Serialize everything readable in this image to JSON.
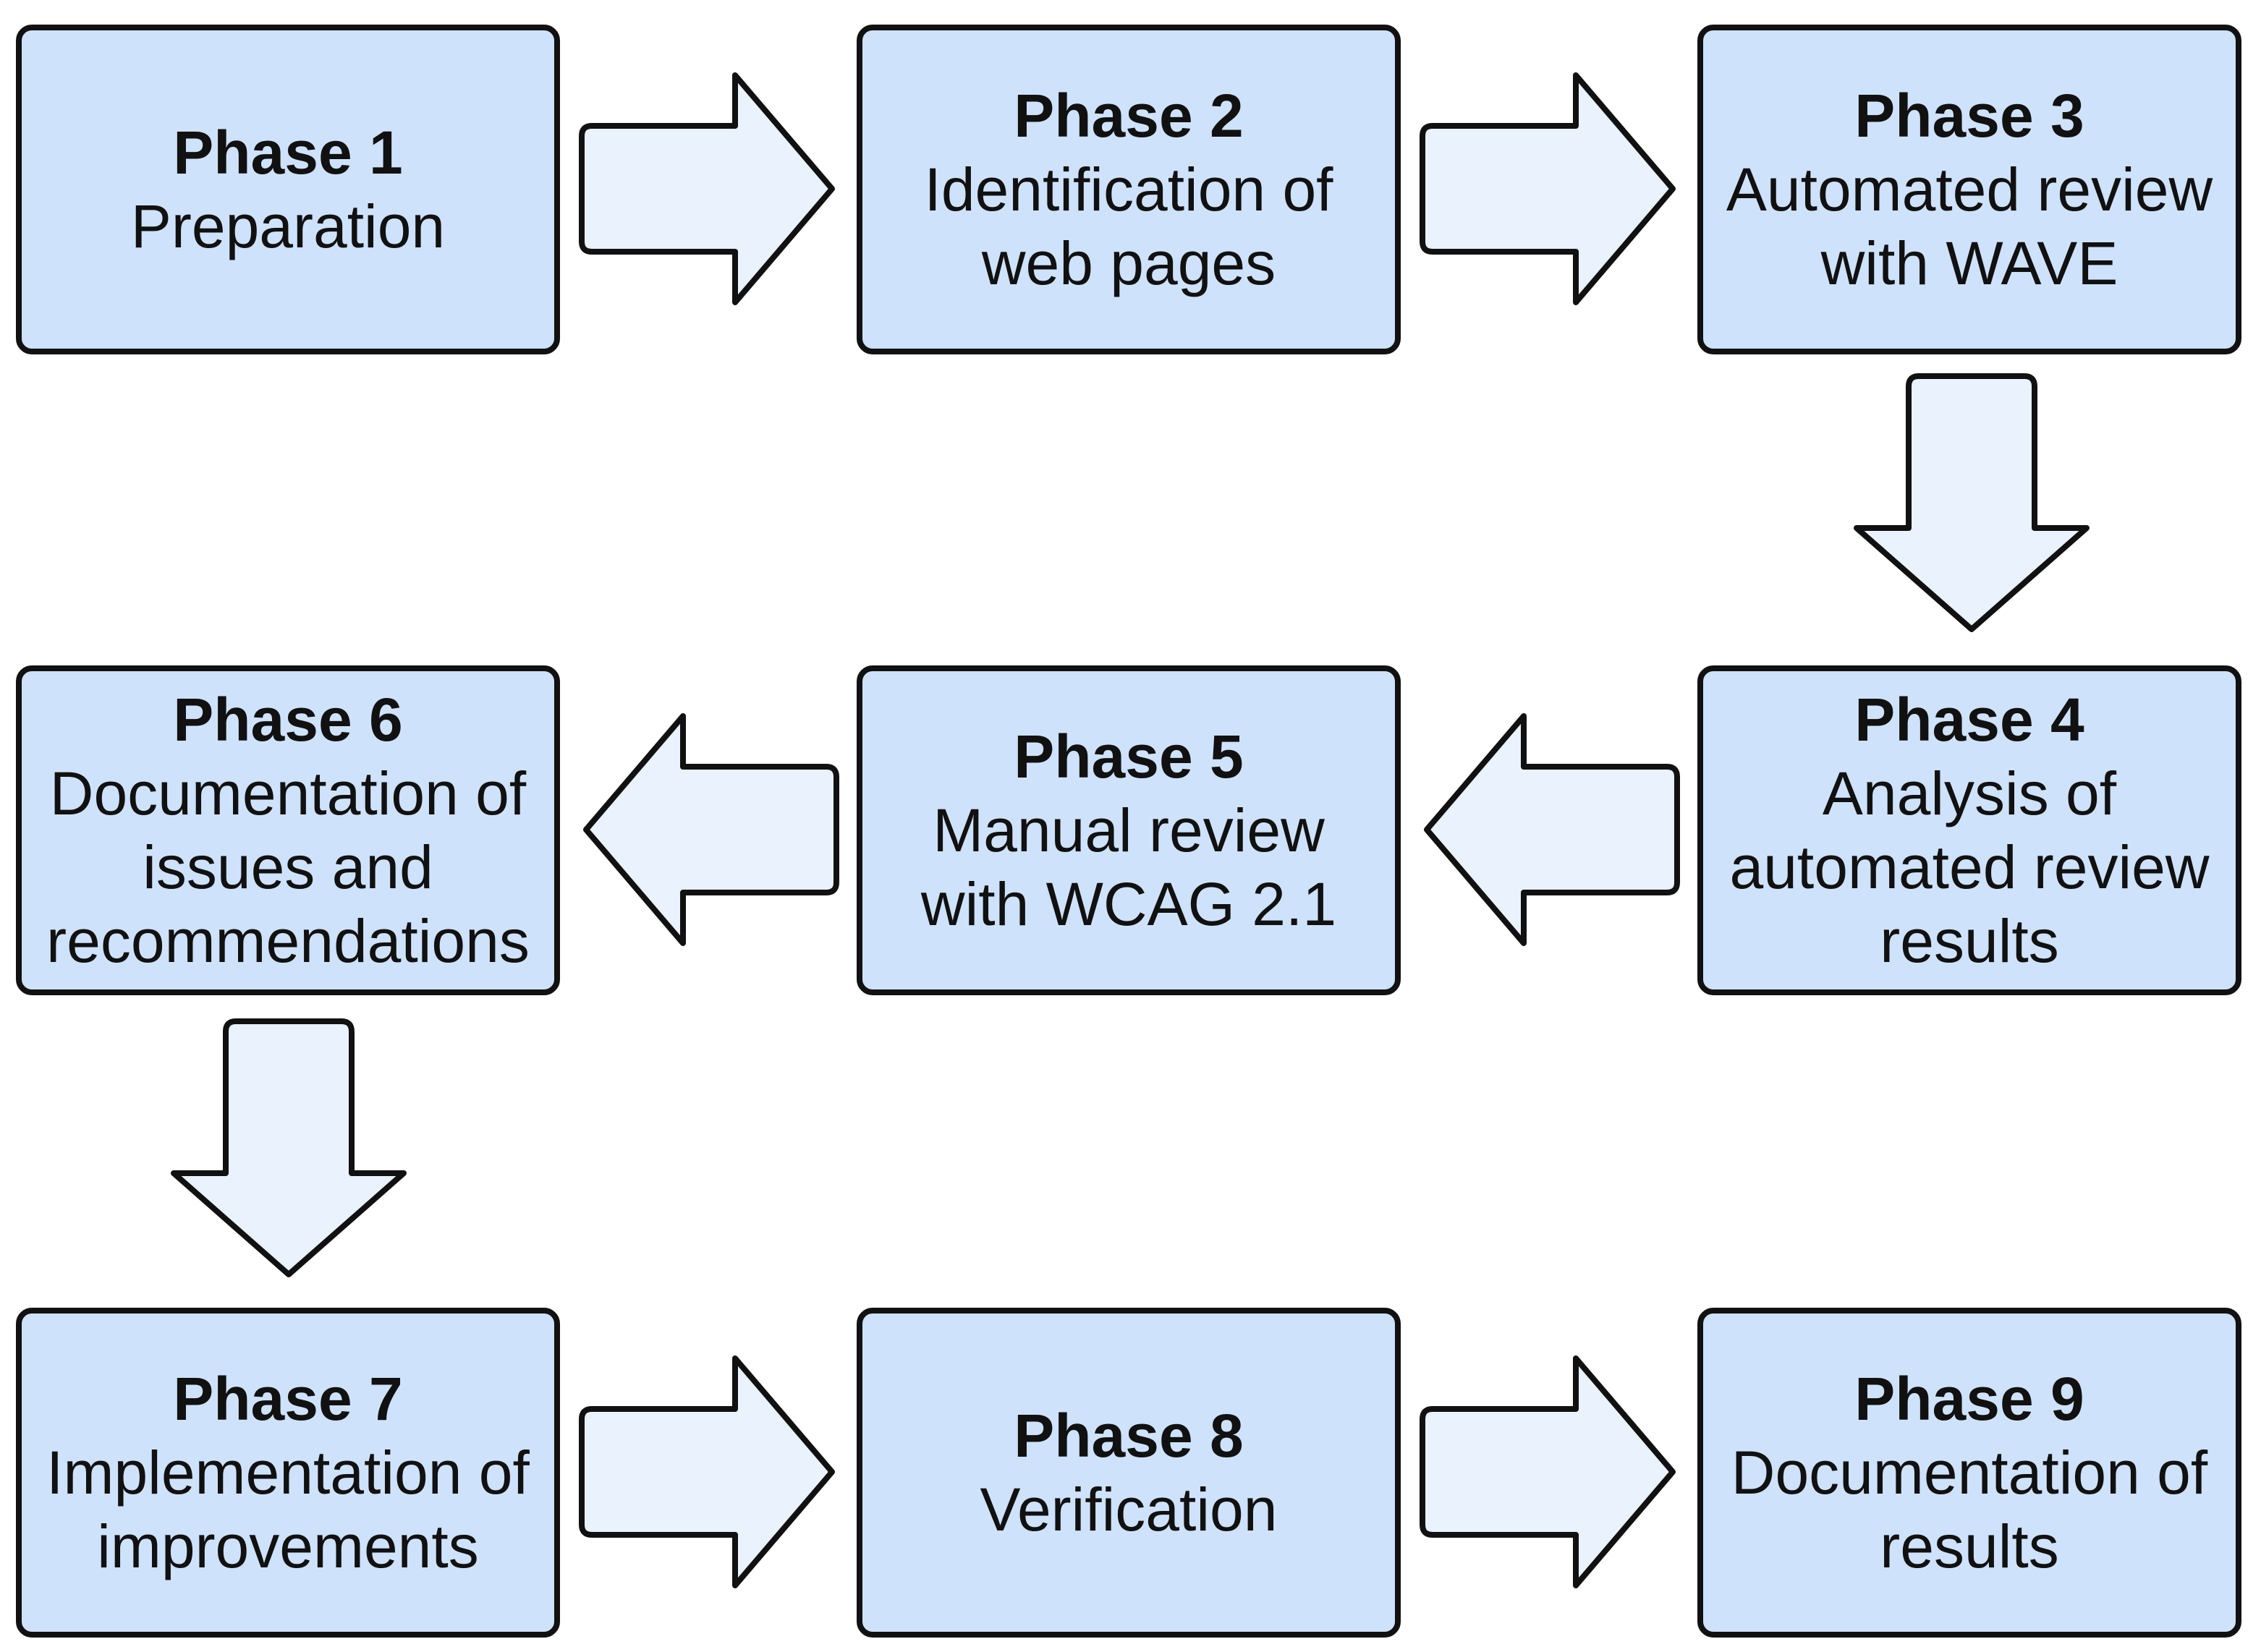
{
  "phases": [
    {
      "title": "Phase 1",
      "desc": "Preparation"
    },
    {
      "title": "Phase 2",
      "desc": "Identification of\nweb pages"
    },
    {
      "title": "Phase 3",
      "desc": "Automated review\nwith WAVE"
    },
    {
      "title": "Phase 4",
      "desc": "Analysis of\nautomated review\nresults"
    },
    {
      "title": "Phase 5",
      "desc": "Manual review\nwith WCAG 2.1"
    },
    {
      "title": "Phase 6",
      "desc": "Documentation of\nissues and\nrecommendations"
    },
    {
      "title": "Phase 7",
      "desc": "Implementation of\nimprovements"
    },
    {
      "title": "Phase 8",
      "desc": "Verification"
    },
    {
      "title": "Phase 9",
      "desc": "Documentation of\nresults"
    }
  ],
  "colors": {
    "box_fill": "#cfe2fb",
    "arrow_fill": "#e9f2fd",
    "outline": "#111111"
  },
  "flow_arrows": [
    {
      "from": "Phase 1",
      "to": "Phase 2",
      "direction": "right"
    },
    {
      "from": "Phase 2",
      "to": "Phase 3",
      "direction": "right"
    },
    {
      "from": "Phase 3",
      "to": "Phase 4",
      "direction": "down"
    },
    {
      "from": "Phase 4",
      "to": "Phase 5",
      "direction": "left"
    },
    {
      "from": "Phase 5",
      "to": "Phase 6",
      "direction": "left"
    },
    {
      "from": "Phase 6",
      "to": "Phase 7",
      "direction": "down"
    },
    {
      "from": "Phase 7",
      "to": "Phase 8",
      "direction": "right"
    },
    {
      "from": "Phase 8",
      "to": "Phase 9",
      "direction": "right"
    }
  ]
}
